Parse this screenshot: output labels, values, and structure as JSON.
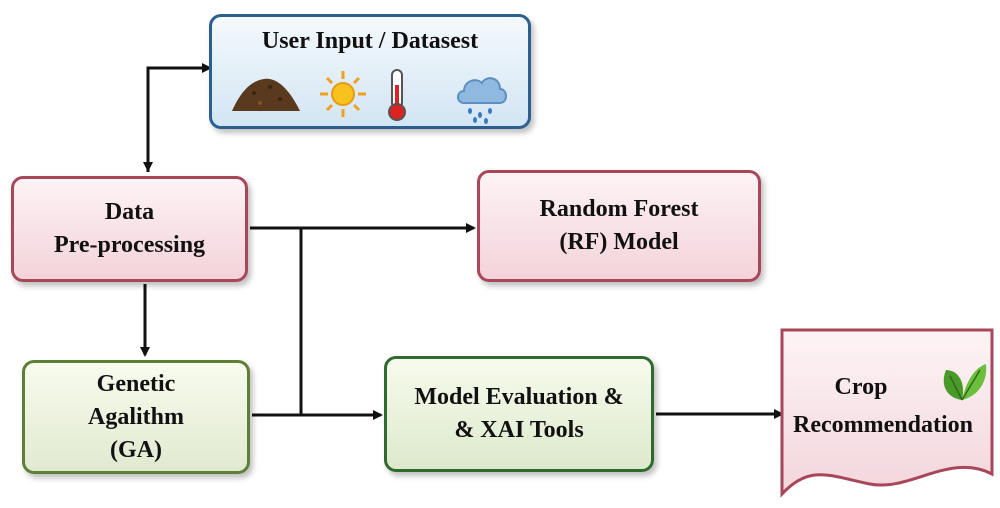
{
  "diagram": {
    "user_input": {
      "title": "User Input / Datasest",
      "icons": [
        "soil-icon",
        "sun-icon",
        "thermometer-icon",
        "rain-cloud-icon"
      ]
    },
    "data_preprocessing": {
      "line1": "Data",
      "line2": "Pre-processing"
    },
    "random_forest": {
      "line1": "Random Forest",
      "line2": "(RF) Model"
    },
    "genetic_algorithm": {
      "line1": "Genetic",
      "line2": "Agalithm",
      "line3": "(GA)"
    },
    "model_evaluation": {
      "line1": "Model Evaluation &",
      "line2": "& XAI Tools"
    },
    "crop_recommendation": {
      "line1": "Crop",
      "line2": "Recommendation",
      "icon": "leaf-icon"
    }
  },
  "colors": {
    "blue_border": "#2a5f8f",
    "red_border": "#a8465a",
    "green_border": "#5d7f36",
    "arrow": "#111111"
  }
}
